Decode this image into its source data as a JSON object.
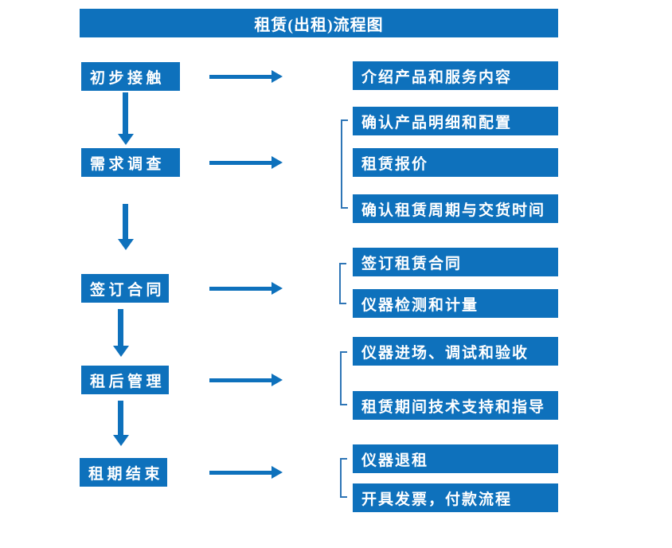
{
  "title": "租赁(出租)流程图",
  "colors": {
    "primary": "#0E71BC",
    "bracket_line": "#2E75B6",
    "text_on_primary": "#FFFFFF",
    "background": "#FFFFFF"
  },
  "flow": {
    "steps": [
      {
        "label": "初步接触",
        "details": [
          "介绍产品和服务内容"
        ]
      },
      {
        "label": "需求调查",
        "details": [
          "确认产品明细和配置",
          "租赁报价",
          "确认租赁周期与交货时间"
        ]
      },
      {
        "label": "签订合同",
        "details": [
          "签订租赁合同",
          "仪器检测和计量"
        ]
      },
      {
        "label": "租后管理",
        "details": [
          "仪器进场、调试和验收",
          "租赁期间技术支持和指导"
        ]
      },
      {
        "label": "租期结束",
        "details": [
          "仪器退租",
          "开具发票，付款流程"
        ]
      }
    ]
  }
}
